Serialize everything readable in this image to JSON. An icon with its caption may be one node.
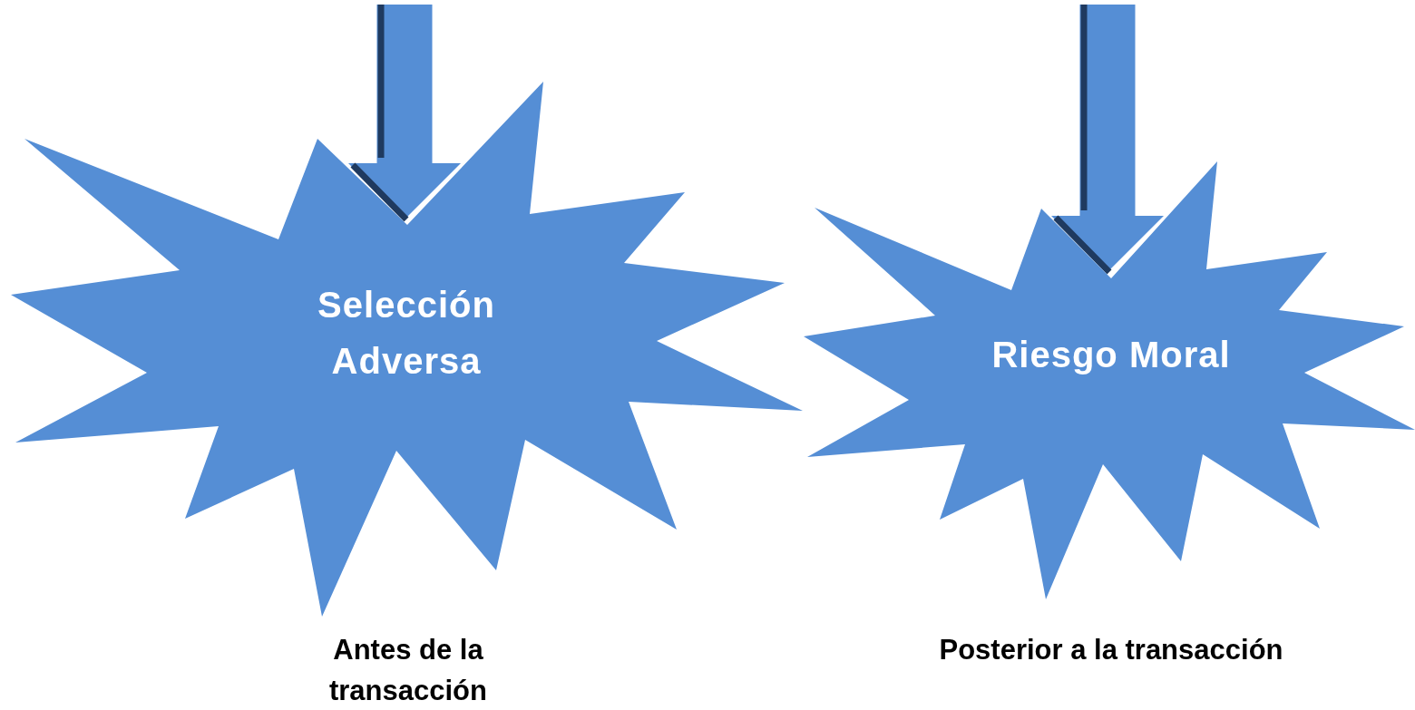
{
  "diagram": {
    "nodes": [
      {
        "text": [
          "Selección Adversa"
        ],
        "beside": [
          "Antes de la transacción"
        ]
      },
      {
        "text": [
          "Riesgo Moral"
        ],
        "beside": [
          "Posterior a la transacción"
        ]
      }
    ],
    "edges": [
      {
        "from": null,
        "to": 0,
        "arrow": "to"
      },
      {
        "from": null,
        "to": 1,
        "arrow": "to"
      }
    ]
  }
}
